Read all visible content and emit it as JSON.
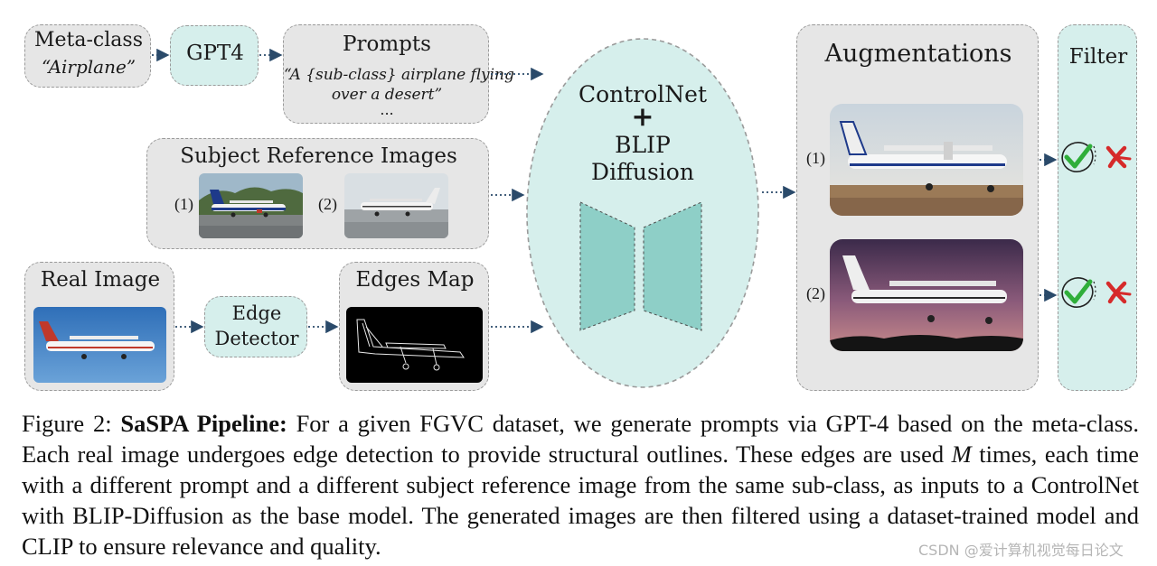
{
  "meta_class": {
    "title": "Meta-class",
    "value": "“Airplane”"
  },
  "gpt": {
    "label": "GPT4"
  },
  "prompts": {
    "title": "Prompts",
    "line1": "“A {sub-class} airplane flying",
    "line2": "over a desert”",
    "line3": "..."
  },
  "subject_ref": {
    "title": "Subject Reference Images",
    "num1": "(1)",
    "num2": "(2)"
  },
  "real_image": {
    "title": "Real Image"
  },
  "edge_detector": {
    "line1": "Edge",
    "line2": "Detector"
  },
  "edges_map": {
    "title": "Edges Map"
  },
  "model": {
    "line1": "ControlNet",
    "plus": "+",
    "line2": "BLIP",
    "line3": "Diffusion"
  },
  "augmentations": {
    "title": "Augmentations",
    "num1": "(1)",
    "num2": "(2)"
  },
  "filter": {
    "title": "Filter"
  },
  "caption": {
    "prefix": "Figure 2: ",
    "bold": "SaSPA Pipeline:",
    "part1": " For a given FGVC dataset, we generate prompts via GPT-4 based on the meta-class. Each real image undergoes edge detection to provide structural outlines. These edges are used ",
    "math": "M",
    "part2": " times, each time with a different prompt and a different subject reference image from the same sub-class, as inputs to a ControlNet with BLIP-Diffusion as the base model. The generated images are then filtered using a dataset-trained model and CLIP to ensure relevance and quality."
  },
  "watermark": "CSDN @爱计算机视觉每日论文",
  "colors": {
    "gray_box": "#e6e6e6",
    "teal_box": "#d6efec",
    "teal_dark": "#8ecfc7",
    "check": "#2fae3a",
    "cross": "#d62a2a"
  }
}
